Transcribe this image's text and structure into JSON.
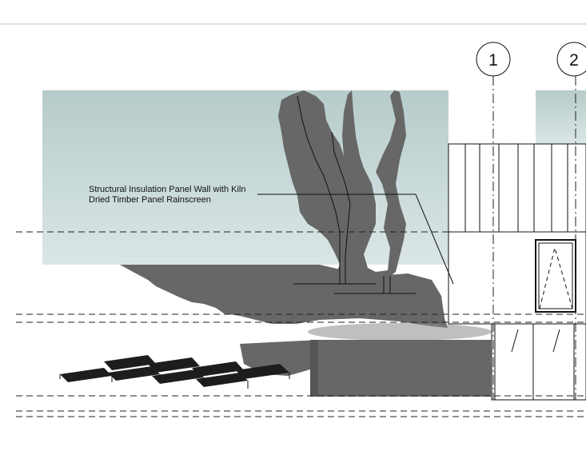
{
  "annotation": {
    "lines": [
      "Structural Insulation Panel Wall with Kiln",
      "Dried Timber Panel Rainscreen"
    ]
  },
  "grid_markers": [
    {
      "label": "1"
    },
    {
      "label": "2"
    }
  ],
  "colors": {
    "sky_top": "#b8cccc",
    "sky_bottom": "#d8e4e4",
    "shadow": "#676767",
    "line": "#111111"
  }
}
